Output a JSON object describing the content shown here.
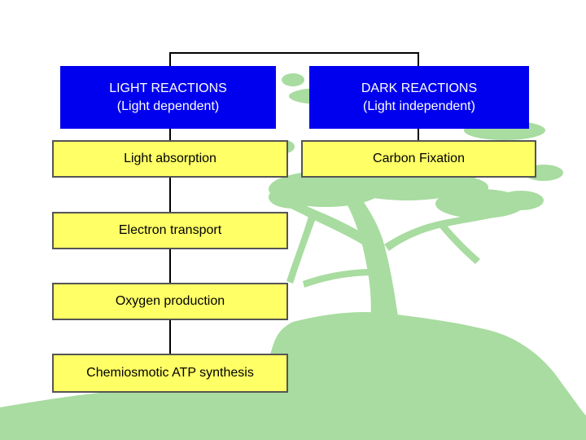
{
  "colors": {
    "header_fill": "#0000ee",
    "step_fill": "#ffff66",
    "tree_green": "#a8dca0",
    "connector": "#000000"
  },
  "background": {
    "decoration": "tree-silhouette"
  },
  "light_reactions": {
    "title": "LIGHT REACTIONS",
    "subtitle": "(Light dependent)",
    "steps": [
      "Light absorption",
      "Electron transport",
      "Oxygen production",
      "Chemiosmotic ATP synthesis"
    ]
  },
  "dark_reactions": {
    "title": "DARK REACTIONS",
    "subtitle": "(Light independent)",
    "steps": [
      "Carbon Fixation"
    ]
  }
}
